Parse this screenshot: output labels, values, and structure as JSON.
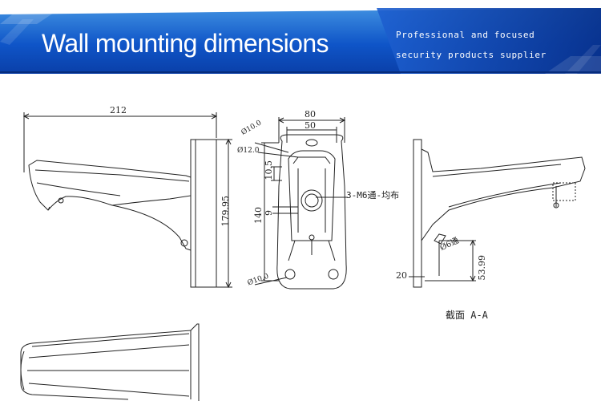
{
  "banner": {
    "title": "Wall mounting dimensions",
    "tagline_line1": "Professional and focused",
    "tagline_line2": "security products supplier"
  },
  "side_view": {
    "width_label": "212",
    "height_label": "179.95"
  },
  "front_view": {
    "top_width_label": "80",
    "inner_width_label": "50",
    "hole_top_label": "Ø10.0",
    "hole_mid_label": "Ø12.0",
    "spacing_label": "10.5",
    "height_label": "140",
    "offset_label": "9",
    "hole_bottom_label": "Ø10.0",
    "callout_label": "3-M6通-均布"
  },
  "section_view": {
    "hole_label": "Ø6通",
    "left_label": "20",
    "depth_label": "53.99",
    "caption": "截面  A-A"
  }
}
